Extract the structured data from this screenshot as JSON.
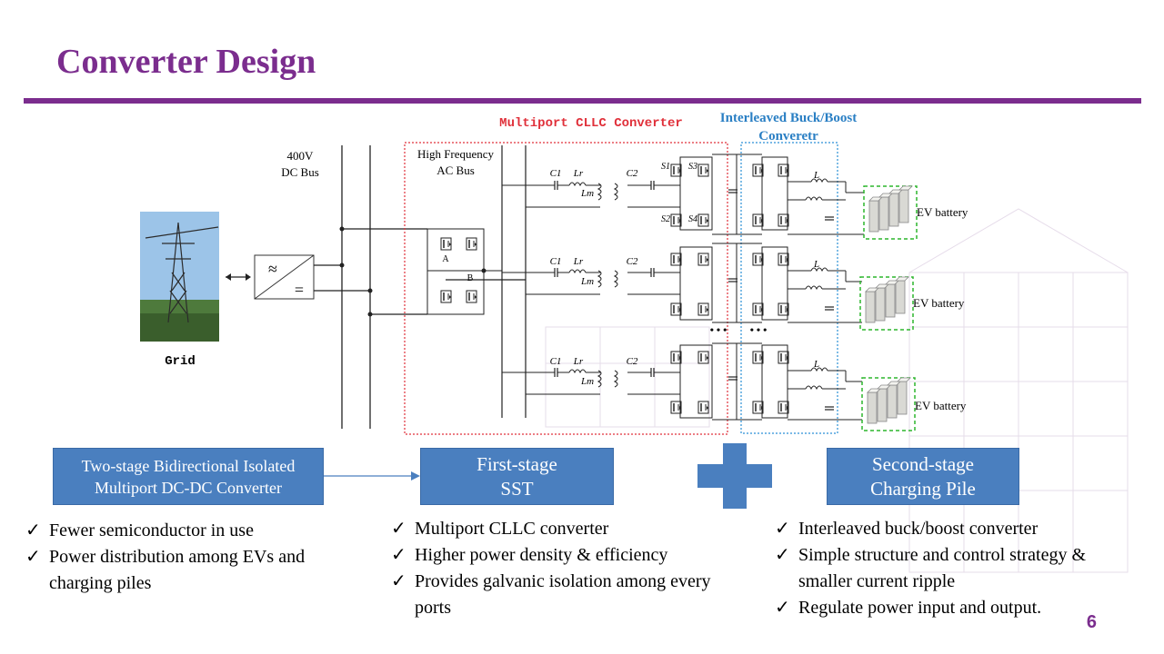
{
  "title": "Converter Design",
  "colors": {
    "accent": "#7b2d8e",
    "box_blue": "#4a7fbf",
    "red_region": "#e0303a",
    "blue_region": "#2a8fd6",
    "green_battery": "#2db52d"
  },
  "diagram": {
    "bus_label": "400V\nDC Bus",
    "hf_bus_label": "High Frequency\nAC Bus",
    "cllc_title": "Multiport CLLC Converter",
    "buck_title": "Interleaved Buck/Boost\nConveretr",
    "grid_label": "Grid",
    "battery_label": "EV battery",
    "node_a": "A",
    "node_b": "B",
    "converter_symbols": {
      "ac": "≈",
      "dc": "="
    },
    "ellipsis": "• • •",
    "component_labels": {
      "c1": "C1",
      "c2": "C2",
      "lr": "Lr",
      "lm": "Lm",
      "l": "L",
      "s1": "S1",
      "s3": "S3",
      "s2": "S2",
      "s4": "S4"
    }
  },
  "boxes": {
    "main": "Two-stage Bidirectional Isolated Multiport DC-DC Converter",
    "first": "First-stage\nSST",
    "second": "Second-stage\nCharging Pile",
    "plus_icon": "plus-icon"
  },
  "lists": {
    "left": [
      "Fewer semiconductor in use",
      "Power distribution among EVs and charging piles"
    ],
    "middle": [
      "Multiport CLLC converter",
      "Higher power density & efficiency",
      "Provides galvanic isolation among every ports"
    ],
    "right": [
      "Interleaved buck/boost converter",
      "Simple structure and control strategy & smaller current ripple",
      "Regulate power input and output."
    ]
  },
  "check_mark": "✓",
  "page_number": "6"
}
